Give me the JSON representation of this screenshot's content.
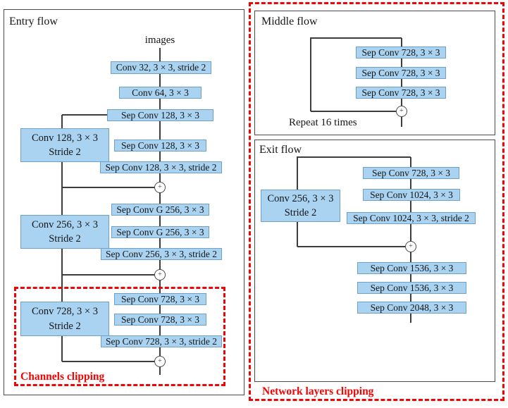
{
  "plus": "+",
  "colors": {
    "box_fill": "#a9d3f1",
    "box_border": "#6fa0c6",
    "line": "#3d3d3d",
    "red": "#ee0505",
    "panel_border": "#4a4a4a"
  },
  "entry": {
    "title": "Entry flow",
    "input_label": "images",
    "clip_label": "Channels clipping",
    "nodes": [
      {
        "label": "Conv 32, 3 × 3, stride 2"
      },
      {
        "label": "Conv 64, 3 × 3"
      },
      {
        "label": "Sep Conv 128, 3 × 3"
      },
      {
        "label": "Sep Conv 128, 3 × 3"
      },
      {
        "label": "Sep Conv 128, 3 × 3, stride 2"
      },
      {
        "label": "Sep Conv G 256, 3 × 3"
      },
      {
        "label": "Sep Conv G 256, 3 × 3"
      },
      {
        "label": "Sep Conv 256, 3 × 3, stride 2"
      },
      {
        "label": "Sep Conv 728, 3 × 3"
      },
      {
        "label": "Sep Conv 728, 3 × 3"
      },
      {
        "label": "Sep Conv 728, 3 × 3, stride 2"
      }
    ],
    "side_nodes": [
      {
        "line1": "Conv 128, 3 × 3",
        "line2": "Stride 2"
      },
      {
        "line1": "Conv 256, 3 × 3",
        "line2": "Stride 2"
      },
      {
        "line1": "Conv 728, 3 × 3",
        "line2": "Stride 2"
      }
    ]
  },
  "middle": {
    "title": "Middle flow",
    "repeat_label": "Repeat 16 times",
    "nodes": [
      {
        "label": "Sep Conv 728, 3 × 3"
      },
      {
        "label": "Sep Conv 728, 3 × 3"
      },
      {
        "label": "Sep Conv 728, 3 × 3"
      }
    ]
  },
  "exit": {
    "title": "Exit flow",
    "clip_label": "Network layers clipping",
    "nodes": [
      {
        "label": "Sep Conv 728, 3 × 3"
      },
      {
        "label": "Sep Conv 1024, 3 × 3"
      },
      {
        "label": "Sep Conv 1024, 3 × 3, stride 2"
      },
      {
        "label": "Sep Conv 1536, 3 × 3"
      },
      {
        "label": "Sep Conv 1536, 3 × 3"
      },
      {
        "label": "Sep Conv 2048, 3 × 3"
      }
    ],
    "side_node": {
      "line1": "Conv 256, 3 × 3",
      "line2": "Stride 2"
    }
  }
}
